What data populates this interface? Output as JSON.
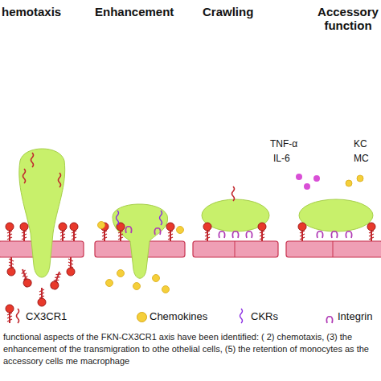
{
  "diagram": {
    "caption": "functional aspects of the FKN-CX3CR1 axis have been identified: ( 2) chemotaxis, (3) the enhancement of the transmigration to othe othelial cells, (5) the retention of monocytes as the accessory cells me macrophage",
    "labels": [
      "hemotaxis",
      "Enhancement",
      "Crawling",
      "Accessory function",
      "TNF-α",
      "IL-6",
      "KC",
      "MC"
    ],
    "legend": [
      {
        "text": "CX3CR1"
      },
      {
        "text": "Chemokines",
        "color": "#f5cf3a"
      },
      {
        "text": "CKRs"
      },
      {
        "text": "Integrin"
      }
    ]
  }
}
